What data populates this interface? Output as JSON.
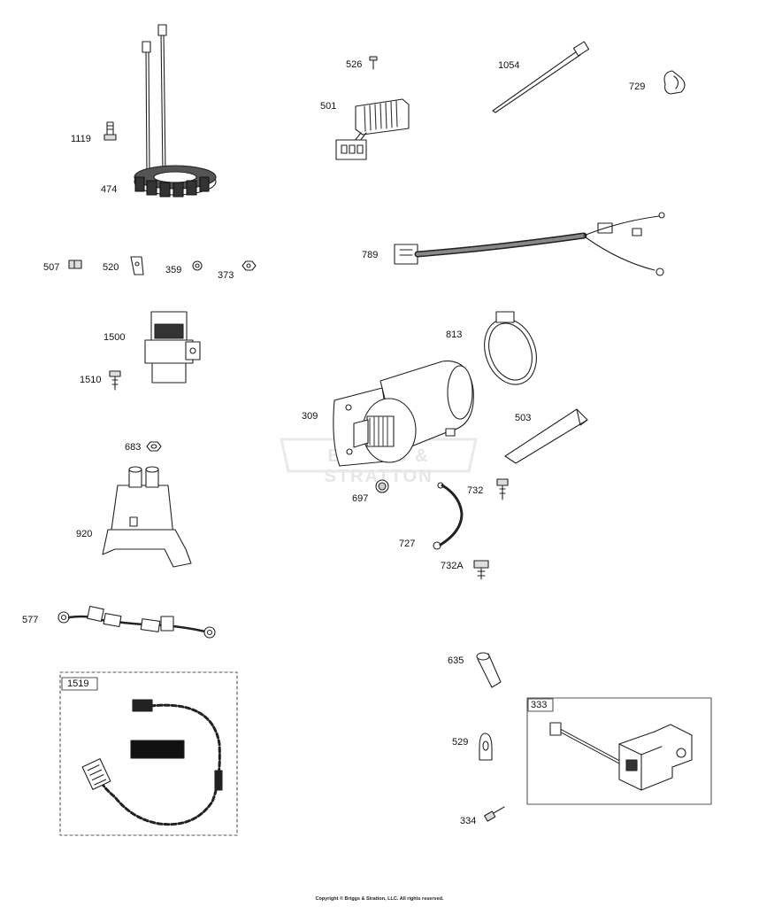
{
  "diagram": {
    "parts": [
      {
        "id": "p-1119",
        "label": "1119"
      },
      {
        "id": "p-474",
        "label": "474"
      },
      {
        "id": "p-526",
        "label": "526"
      },
      {
        "id": "p-501",
        "label": "501"
      },
      {
        "id": "p-1054",
        "label": "1054"
      },
      {
        "id": "p-729",
        "label": "729"
      },
      {
        "id": "p-789",
        "label": "789"
      },
      {
        "id": "p-507",
        "label": "507"
      },
      {
        "id": "p-520",
        "label": "520"
      },
      {
        "id": "p-359",
        "label": "359"
      },
      {
        "id": "p-373",
        "label": "373"
      },
      {
        "id": "p-1500",
        "label": "1500"
      },
      {
        "id": "p-1510",
        "label": "1510"
      },
      {
        "id": "p-813",
        "label": "813"
      },
      {
        "id": "p-309",
        "label": "309"
      },
      {
        "id": "p-503",
        "label": "503"
      },
      {
        "id": "p-683",
        "label": "683"
      },
      {
        "id": "p-920",
        "label": "920"
      },
      {
        "id": "p-697",
        "label": "697"
      },
      {
        "id": "p-732",
        "label": "732"
      },
      {
        "id": "p-727",
        "label": "727"
      },
      {
        "id": "p-732A",
        "label": "732A"
      },
      {
        "id": "p-577",
        "label": "577"
      },
      {
        "id": "p-635",
        "label": "635"
      },
      {
        "id": "p-1519",
        "label": "1519"
      },
      {
        "id": "p-333",
        "label": "333"
      },
      {
        "id": "p-529",
        "label": "529"
      },
      {
        "id": "p-334",
        "label": "334"
      }
    ],
    "watermark": "BRIGGS & STRATTON",
    "copyright": "Copyright © Briggs & Stratton, LLC. All rights reserved."
  }
}
